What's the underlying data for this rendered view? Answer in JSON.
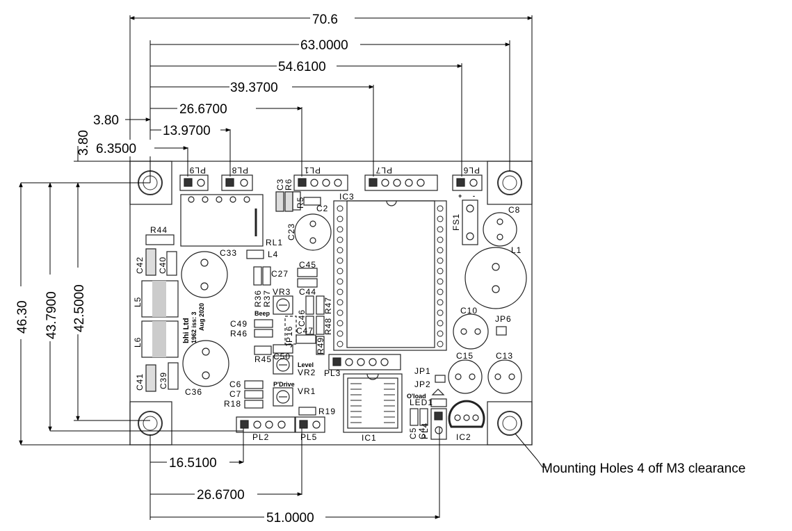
{
  "dimensions": {
    "width_overall": "70.6",
    "pl9_x": "6.3500",
    "pl8_x": "13.9700",
    "pl1_x": "26.6700",
    "pl7_x": "39.3700",
    "pl6_x": "54.6100",
    "hole_pitch_x": "63.0000",
    "hole_offset_x": "3.80",
    "hole_offset_y": "3.80",
    "height_overall": "46.30",
    "hole_pitch_y": "42.5000",
    "pl2_y": "43.7900",
    "pl2_x": "16.5100",
    "pl5_x": "26.6700",
    "pl4_x": "51.0000"
  },
  "callout": "Mounting Holes 4 off M3 clearance",
  "board": {
    "maker_text": [
      "bhi Ltd",
      "1962 iss: 3",
      "Aug 2020"
    ],
    "small_labels": {
      "beep": "Beep",
      "level": "Level",
      "pdrive": "P'Drive",
      "oload": "O'load",
      "plus": "+",
      "minus": "-"
    },
    "connectors": {
      "pl9": "PL9",
      "pl8": "PL8",
      "pl1": "PL1",
      "pl7": "PL7",
      "pl6": "PL6",
      "pl2": "PL2",
      "pl5": "PL5",
      "pl3": "PL3",
      "pl4": "PL4"
    },
    "parts": {
      "rl1": "RL1",
      "r44": "R44",
      "c42": "C42",
      "c40": "C40",
      "c33": "C33",
      "l5": "L5",
      "l6": "L6",
      "c41": "C41",
      "c39": "C39",
      "c36": "C36",
      "c3": "C3",
      "r6": "R6",
      "r5": "R5",
      "ic3": "IC3",
      "c2": "C2",
      "c23": "C23",
      "l4": "L4",
      "c27": "C27",
      "c45": "C45",
      "r36": "R36",
      "r37": "R37",
      "vr3": "VR3",
      "c44": "C44",
      "c46": "C46",
      "r47": "R47",
      "r48": "R48",
      "jp1_6": "JP16",
      "c49": "C49",
      "r46": "R46",
      "c47": "C47",
      "r49": "R49",
      "r45": "R45",
      "c50": "C50",
      "vr2": "VR2",
      "c6": "C6",
      "c7": "C7",
      "r18": "R18",
      "vr1": "VR1",
      "r19": "R19",
      "ic1": "IC1",
      "fs1": "FS1",
      "c8": "C8",
      "l1": "L1",
      "c10": "C10",
      "jp6": "JP6",
      "c15": "C15",
      "c13": "C13",
      "jp1": "JP1",
      "jp2": "JP2",
      "led1": "LED1",
      "c5": "C5",
      "c4": "C4",
      "ic2": "IC2"
    }
  }
}
